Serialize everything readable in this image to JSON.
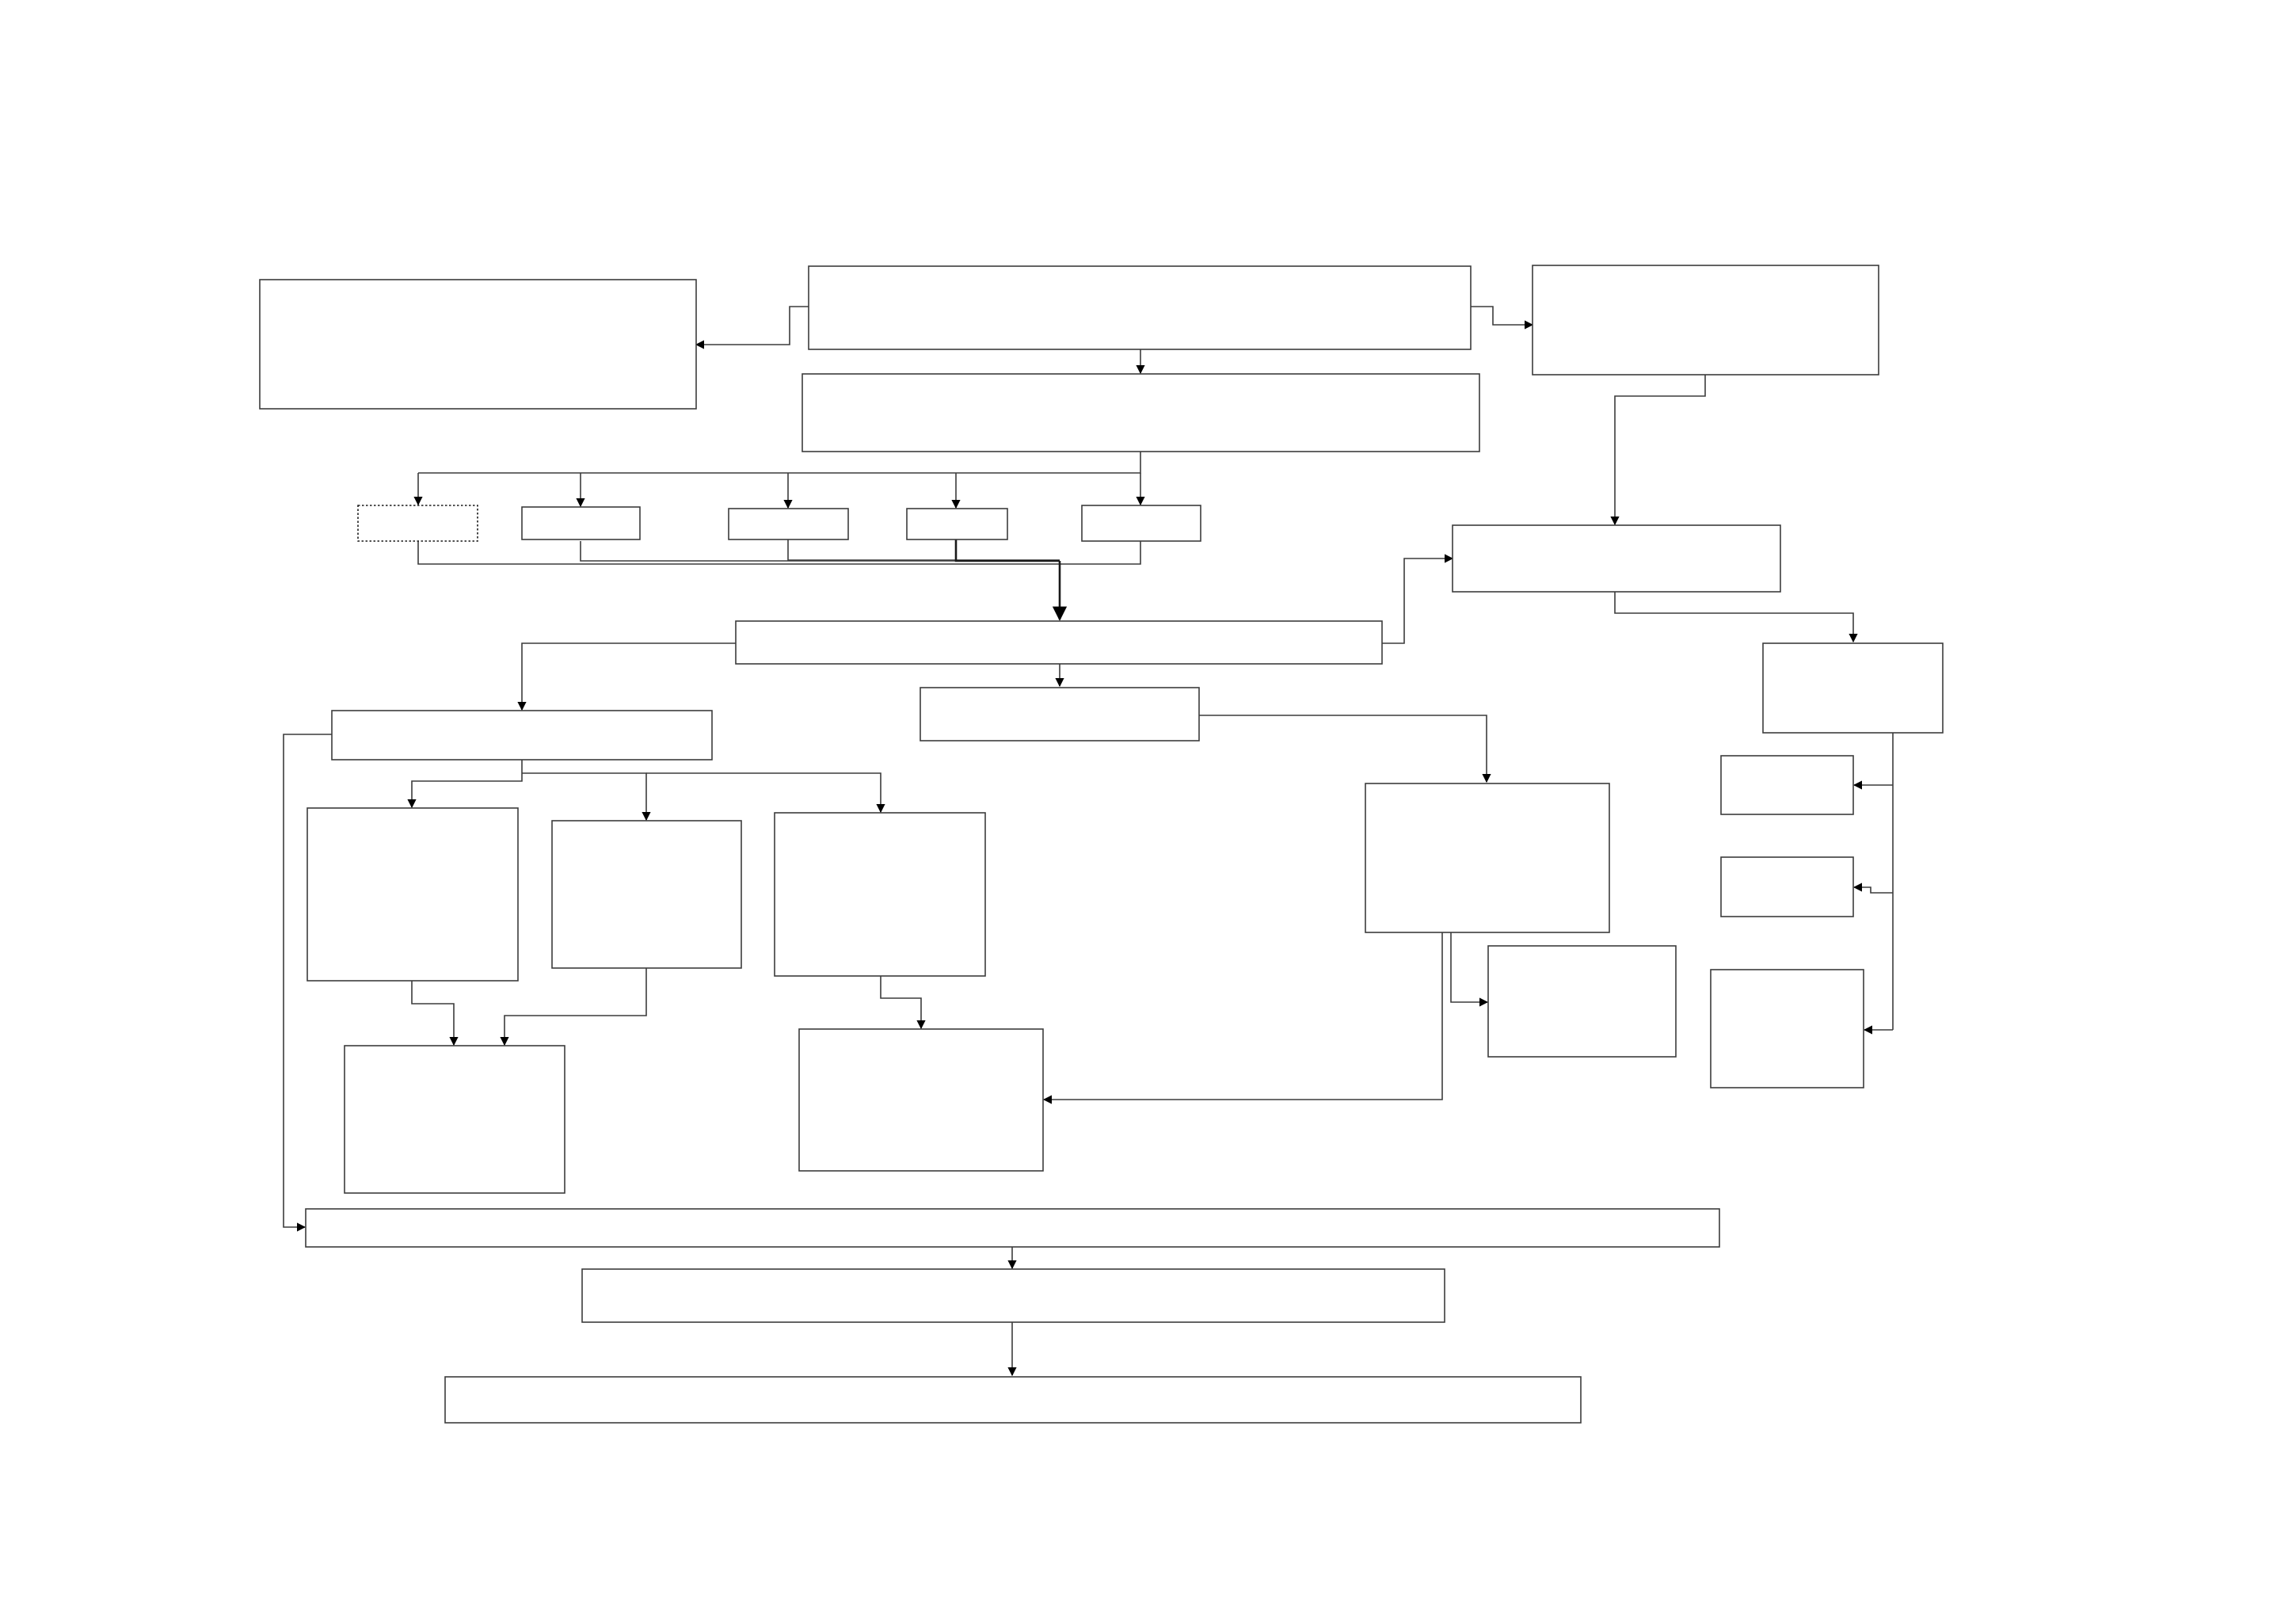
{
  "diagram": {
    "background": "#ffffff",
    "line_color": "#3c3c3c",
    "boxes": [
      {
        "id": "top-left-box",
        "label": ""
      },
      {
        "id": "top-center-box",
        "label": ""
      },
      {
        "id": "top-right-box",
        "label": ""
      },
      {
        "id": "second-center-box",
        "label": ""
      },
      {
        "id": "option-box-1-dotted",
        "label": ""
      },
      {
        "id": "option-box-2",
        "label": ""
      },
      {
        "id": "option-box-3",
        "label": ""
      },
      {
        "id": "option-box-4",
        "label": ""
      },
      {
        "id": "option-box-5",
        "label": ""
      },
      {
        "id": "right-middle-box",
        "label": ""
      },
      {
        "id": "central-bar-box",
        "label": ""
      },
      {
        "id": "far-right-box",
        "label": ""
      },
      {
        "id": "left-branch-box",
        "label": ""
      },
      {
        "id": "center-small-box",
        "label": ""
      },
      {
        "id": "right-small-box-1",
        "label": ""
      },
      {
        "id": "right-small-box-2",
        "label": ""
      },
      {
        "id": "right-medium-box",
        "label": ""
      },
      {
        "id": "left-child-box-1",
        "label": ""
      },
      {
        "id": "left-child-box-2",
        "label": ""
      },
      {
        "id": "left-child-box-3",
        "label": ""
      },
      {
        "id": "right-center-box",
        "label": ""
      },
      {
        "id": "right-center-child-box",
        "label": ""
      },
      {
        "id": "left-bottom-box",
        "label": ""
      },
      {
        "id": "center-bottom-box",
        "label": ""
      },
      {
        "id": "wide-bar-1",
        "label": ""
      },
      {
        "id": "wide-bar-2",
        "label": ""
      },
      {
        "id": "wide-bar-3",
        "label": ""
      }
    ]
  }
}
